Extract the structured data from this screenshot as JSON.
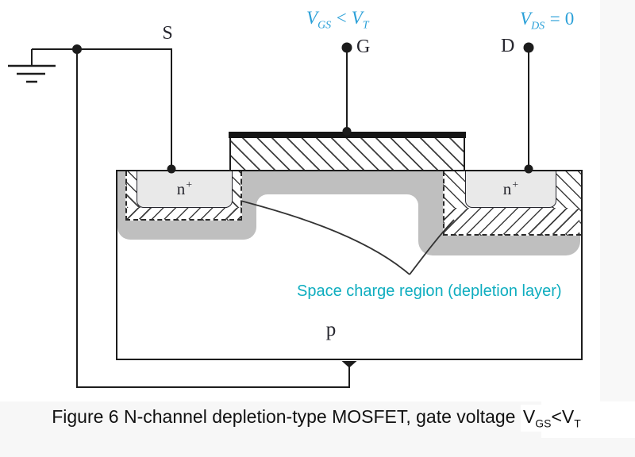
{
  "figure_caption": {
    "prefix": "Figure 6 N-channel depletion-type MOSFET, gate voltage ",
    "formula": {
      "v1": "V",
      "sub1": "GS",
      "op": "<",
      "v2": "V",
      "sub2": "T"
    }
  },
  "terminals": {
    "source": "S",
    "gate": "G",
    "drain": "D"
  },
  "formulas": {
    "gate_bias": {
      "v1": "V",
      "sub1": "GS",
      "op": "<",
      "v2": "V",
      "sub2": "T"
    },
    "drain_bias": {
      "v1": "V",
      "sub1": "DS",
      "op": "=",
      "v2": "0",
      "sub2": ""
    }
  },
  "regions": {
    "source_diffusion": {
      "base": "n",
      "sup": "+"
    },
    "drain_diffusion": {
      "base": "n",
      "sup": "+"
    },
    "substrate_label": "p"
  },
  "annotations": {
    "space_charge": "Space charge region (depletion layer)"
  },
  "colors": {
    "formula_blue": "#2ba0d8",
    "annotation_teal": "#0eadbf",
    "depletion_gray": "#bfbfbf",
    "diffusion_fill": "#e9e9e9",
    "line_black": "#1c1c1c",
    "caption_strip": "#f7f7f7"
  }
}
